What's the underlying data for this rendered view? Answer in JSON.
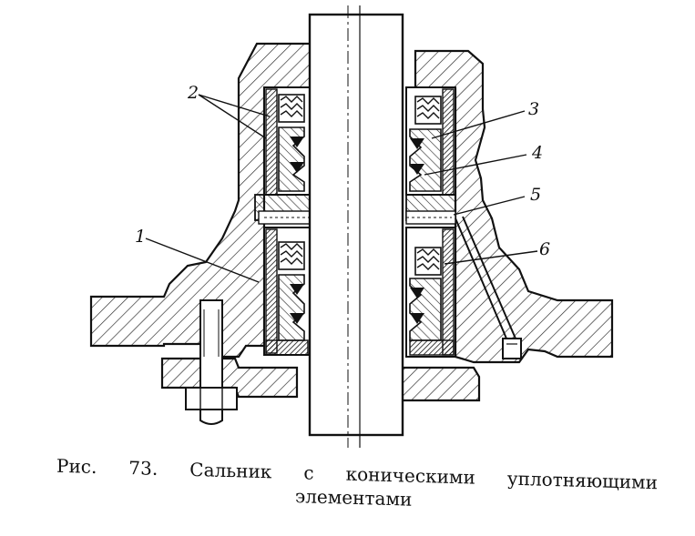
{
  "labels": {
    "l1": "1",
    "l2": "2",
    "l3": "3",
    "l4": "4",
    "l5": "5",
    "l6": "6"
  },
  "caption": {
    "w1": "Рис.",
    "w2": "73.",
    "w3": "Сальник",
    "w4": "с",
    "w5": "коническими",
    "w6": "уплотняющими",
    "w7": "элементами"
  }
}
